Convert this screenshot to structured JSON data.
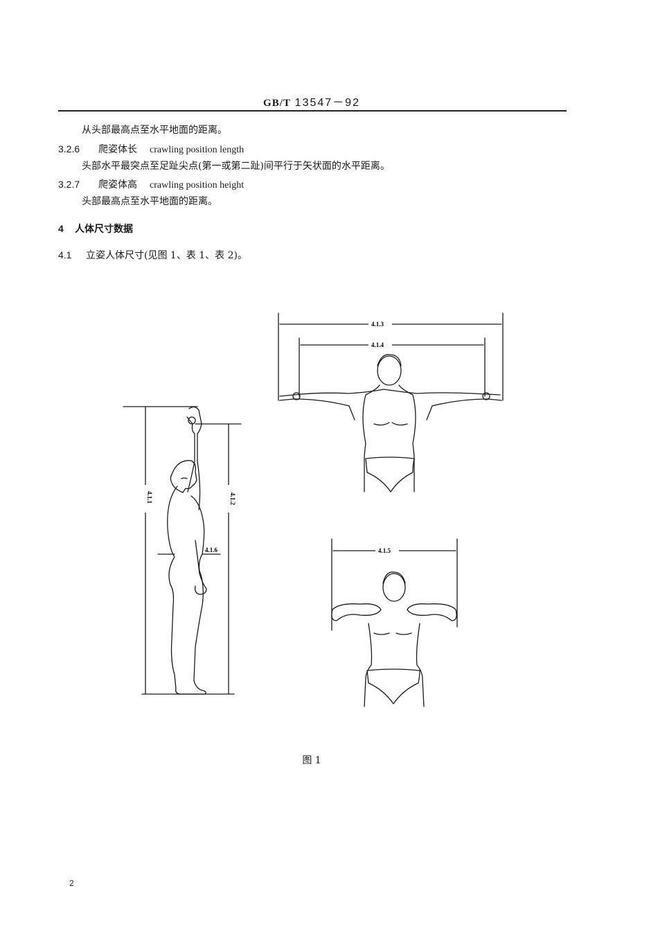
{
  "header": {
    "standard_code": "GB/T",
    "standard_number": "13547－92"
  },
  "body": {
    "continued_text": "从头部最高点至水平地面的距离。",
    "sections": [
      {
        "number": "3.2.6",
        "term_cn": "爬姿体长",
        "term_en": "crawling position length",
        "definition": "头部水平最突点至足趾尖点(第一或第二趾)间平行于矢状面的水平距离。"
      },
      {
        "number": "3.2.7",
        "term_cn": "爬姿体高",
        "term_en": "crawling position height",
        "definition": "头部最高点至水平地面的距离。"
      }
    ],
    "chapter": {
      "number": "4",
      "title": "人体尺寸数据"
    },
    "clause": {
      "number": "4.1",
      "text": "立姿人体尺寸(见图 1、表 1、表 2)。"
    }
  },
  "figure": {
    "labels": {
      "m411": "4.1.1",
      "m412": "4.1.2",
      "m413": "4.1.3",
      "m414": "4.1.4",
      "m415": "4.1.5",
      "m416": "4.1.6"
    },
    "caption": "图 1"
  },
  "footer": {
    "page_number": "2"
  }
}
